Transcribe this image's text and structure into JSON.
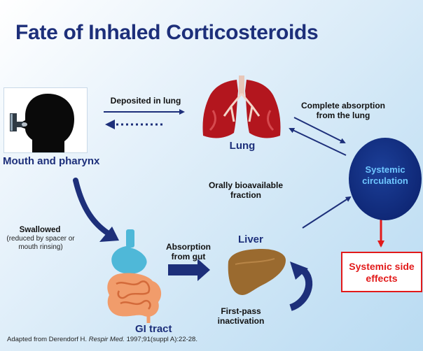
{
  "title": "Fate of Inhaled Corticosteroids",
  "labels": {
    "mouth": "Mouth and pharynx",
    "deposited": "Deposited in lung",
    "lung": "Lung",
    "complete_absorption": "Complete absorption from the lung",
    "systemic_circulation": "Systemic circulation",
    "orally_bioavailable": "Orally bioavailable fraction",
    "swallowed": "Swallowed",
    "swallowed_note": "(reduced by spacer or mouth rinsing)",
    "absorption_gut": "Absorption from gut",
    "liver": "Liver",
    "first_pass": "First-pass inactivation",
    "gi_tract": "GI tract",
    "systemic_effects": "Systemic side effects"
  },
  "citation": {
    "prefix": "Adapted from Derendorf H.",
    "journal": "Respir Med.",
    "details": "1997;91(suppl A):22-28."
  },
  "colors": {
    "title": "#1d2f7a",
    "arrow": "#1d2f7a",
    "lung": "#b3161e",
    "liver": "#9a6a2f",
    "stomach": "#4fb8d8",
    "intestine": "#f19c6b",
    "systemic_fill": "#0f2877",
    "systemic_text": "#6fc7ff",
    "effects": "#e21a1a"
  }
}
